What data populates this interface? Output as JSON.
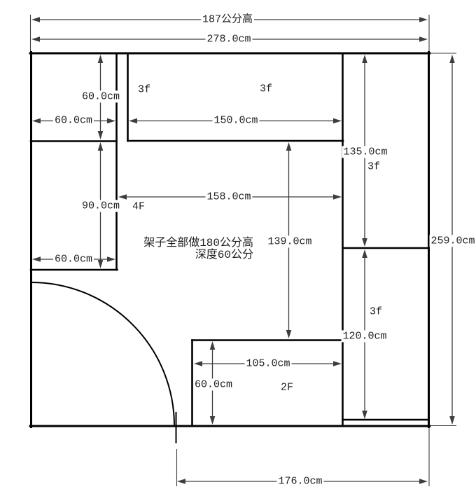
{
  "note": {
    "line1": "架子全部做180公分高",
    "line2": "深度60公分"
  },
  "dimensions": {
    "overall_height_note": "187公分高",
    "overall_width": "278.0cm",
    "top_left_box_height": "60.0cm",
    "top_left_box_width": "60.0cm",
    "top_shelf_width": "150.0cm",
    "left_box_height": "90.0cm",
    "left_box_width": "60.0cm",
    "right_top_box_height": "135.0cm",
    "right_bottom_box_height": "120.0cm",
    "right_total_height": "259.0cm",
    "center_width": "158.0cm",
    "center_height": "139.0cm",
    "bottom_box_width": "105.0cm",
    "bottom_box_height": "60.0cm",
    "bottom_opening_width": "176.0cm"
  },
  "shelf_labels": {
    "top_shelf_left": "3f",
    "top_shelf_right": "3f",
    "right_top": "3f",
    "right_bottom": "3f",
    "left_shelf": "4F",
    "bottom_shelf": "2F"
  },
  "colors": {
    "wall": "#000000",
    "dimension": "#3d3d3d",
    "text": "#1f1f1f",
    "background": "#ffffff"
  }
}
